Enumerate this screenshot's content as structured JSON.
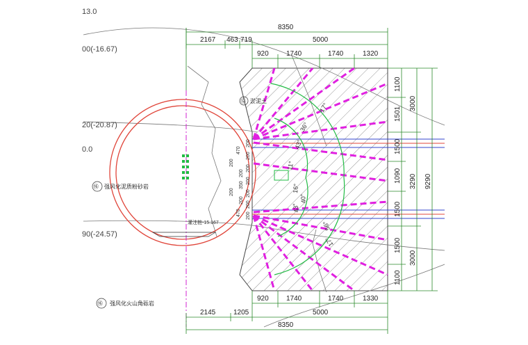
{
  "levels": [
    "13.0",
    "00(-16.67)",
    "20(-20.87)",
    "0.0",
    "90(-24.57)"
  ],
  "top_dims": {
    "total": "8350",
    "row1": [
      "2167",
      "463",
      "719",
      "5000"
    ],
    "row2": [
      "920",
      "1740",
      "1740",
      "1320"
    ]
  },
  "bottom_dims": {
    "row1": [
      "920",
      "1740",
      "1740",
      "1330"
    ],
    "row2": [
      "2145",
      "1205",
      "5000"
    ],
    "total": "8350"
  },
  "right_dims": {
    "inner": [
      "1100",
      "1501",
      "1500",
      "1090",
      "1500",
      "1500",
      "1100"
    ],
    "mid": [
      "3000",
      "3290",
      "3000"
    ],
    "total": "9290"
  },
  "spacing_labels": [
    "470",
    "200",
    "200",
    "200",
    "200",
    "200",
    "200",
    "350",
    "200",
    "200",
    "200",
    "200",
    "200",
    "470"
  ],
  "angles": [
    "17°",
    "36°",
    "43°",
    "11°",
    "16°",
    "40°",
    "43°",
    "56°",
    "17°"
  ],
  "notes": {
    "layer1_marker": "⑫",
    "layer1_text": "淤泥土",
    "layer2_marker": "⑯",
    "layer2_text": "强风化泥质粉砂岩",
    "layer3_marker": "⑯",
    "layer3_text": "强风化火山角砾岩",
    "pile_label": "灌注桩-15.167"
  },
  "colors": {
    "tunnel": "#e0453a",
    "bolt": "#e020e0",
    "arc": "#22bb44",
    "band": "#3344cc",
    "hatch": "#555555",
    "dim": "#2a8a2a"
  }
}
